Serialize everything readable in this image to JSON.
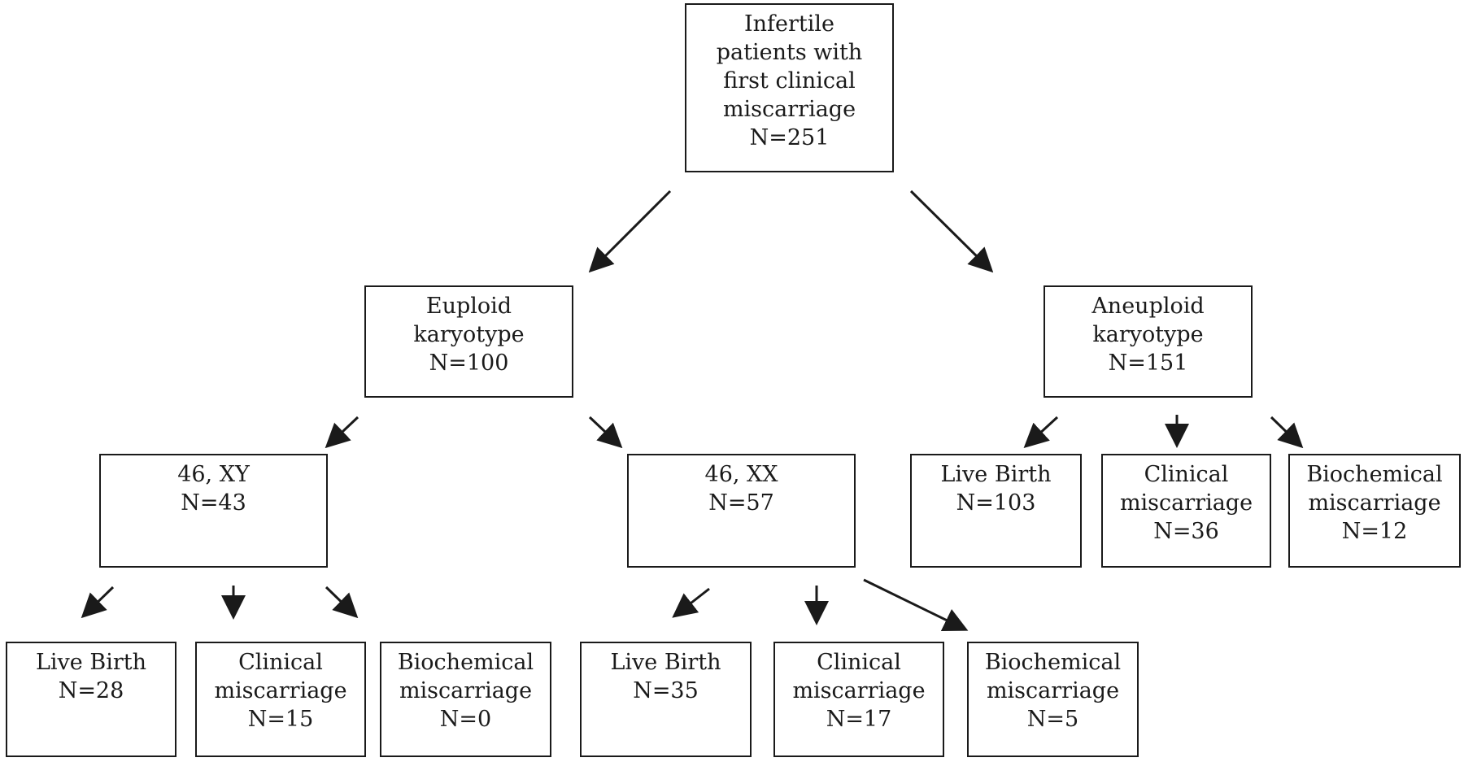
{
  "nodes": {
    "root": {
      "lines": [
        "Infertile",
        "patients with",
        "first clinical",
        "miscarriage",
        "N=251"
      ]
    },
    "euploid": {
      "lines": [
        "Euploid",
        "karyotype",
        "N=100"
      ]
    },
    "aneuploid": {
      "lines": [
        "Aneuploid",
        "karyotype",
        "N=151"
      ]
    },
    "xy": {
      "lines": [
        "46, XY",
        "N=43"
      ]
    },
    "xx": {
      "lines": [
        "46, XX",
        "N=57"
      ]
    },
    "aneuploid_live_birth": {
      "lines": [
        "Live Birth",
        "N=103"
      ]
    },
    "aneuploid_clinical": {
      "lines": [
        "Clinical",
        "miscarriage",
        "N=36"
      ]
    },
    "aneuploid_biochemical": {
      "lines": [
        "Biochemical",
        "miscarriage",
        "N=12"
      ]
    },
    "xy_live_birth": {
      "lines": [
        "Live Birth",
        "N=28"
      ]
    },
    "xy_clinical": {
      "lines": [
        "Clinical",
        "miscarriage",
        "N=15"
      ]
    },
    "xy_biochemical": {
      "lines": [
        "Biochemical",
        "miscarriage",
        "N=0"
      ]
    },
    "xx_live_birth": {
      "lines": [
        "Live Birth",
        "N=35"
      ]
    },
    "xx_clinical": {
      "lines": [
        "Clinical",
        "miscarriage",
        "N=17"
      ]
    },
    "xx_biochemical": {
      "lines": [
        "Biochemical",
        "miscarriage",
        "N=5"
      ]
    }
  },
  "edges": [
    {
      "from": "root",
      "to": "euploid"
    },
    {
      "from": "root",
      "to": "aneuploid"
    },
    {
      "from": "euploid",
      "to": "xy"
    },
    {
      "from": "euploid",
      "to": "xx"
    },
    {
      "from": "aneuploid",
      "to": "aneuploid_live_birth"
    },
    {
      "from": "aneuploid",
      "to": "aneuploid_clinical"
    },
    {
      "from": "aneuploid",
      "to": "aneuploid_biochemical"
    },
    {
      "from": "xy",
      "to": "xy_live_birth"
    },
    {
      "from": "xy",
      "to": "xy_clinical"
    },
    {
      "from": "xy",
      "to": "xy_biochemical"
    },
    {
      "from": "xx",
      "to": "xx_live_birth"
    },
    {
      "from": "xx",
      "to": "xx_clinical"
    },
    {
      "from": "xx",
      "to": "xx_biochemical"
    }
  ],
  "colors": {
    "stroke": "#1a1a1a",
    "background": "#ffffff"
  }
}
